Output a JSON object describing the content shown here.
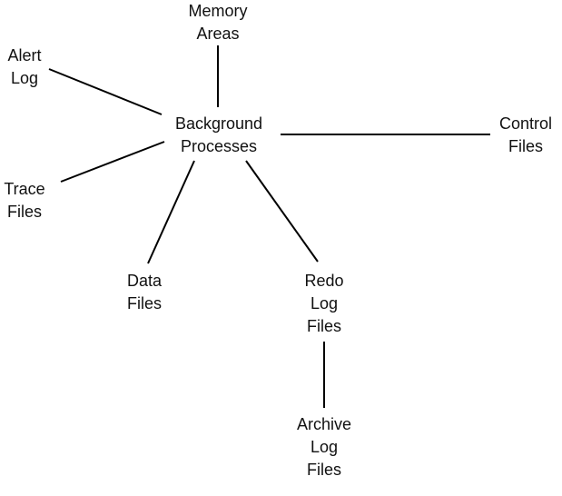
{
  "diagram": {
    "title": "",
    "center_node": {
      "id": "background-processes",
      "lines": [
        "Background",
        "Processes"
      ]
    },
    "nodes": [
      {
        "id": "memory-areas",
        "lines": [
          "Memory",
          "Areas"
        ]
      },
      {
        "id": "alert-log",
        "lines": [
          "Alert",
          "Log"
        ]
      },
      {
        "id": "trace-files",
        "lines": [
          "Trace",
          "Files"
        ]
      },
      {
        "id": "data-files",
        "lines": [
          "Data",
          "Files"
        ]
      },
      {
        "id": "redo-log-files",
        "lines": [
          "Redo",
          "Log",
          "Files"
        ]
      },
      {
        "id": "archive-log-files",
        "lines": [
          "Archive",
          "Log",
          "Files"
        ]
      },
      {
        "id": "control-files",
        "lines": [
          "Control",
          "Files"
        ]
      }
    ],
    "edges": [
      {
        "from": "background-processes",
        "to": "memory-areas"
      },
      {
        "from": "background-processes",
        "to": "alert-log"
      },
      {
        "from": "background-processes",
        "to": "trace-files"
      },
      {
        "from": "background-processes",
        "to": "data-files"
      },
      {
        "from": "background-processes",
        "to": "redo-log-files"
      },
      {
        "from": "background-processes",
        "to": "control-files"
      },
      {
        "from": "redo-log-files",
        "to": "archive-log-files"
      }
    ],
    "line_color": "#000000",
    "text_color": "#111111"
  }
}
